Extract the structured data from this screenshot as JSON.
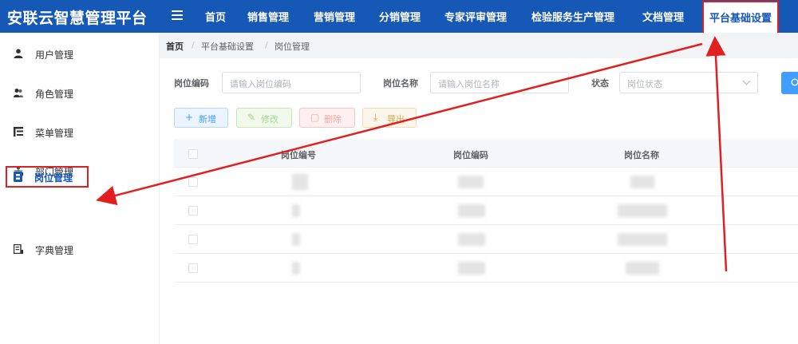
{
  "brand": "安联云智慧管理平台",
  "topnav": {
    "items": [
      "首页",
      "销售管理",
      "营销管理",
      "分销管理",
      "专家评审管理",
      "检验服务生产管理",
      "文档管理"
    ],
    "active": "平台基础设置"
  },
  "sidebar": {
    "items": [
      {
        "label": "用户管理",
        "icon": "user-icon"
      },
      {
        "label": "角色管理",
        "icon": "users-icon"
      },
      {
        "label": "菜单管理",
        "icon": "tree-table-icon"
      },
      {
        "label": "部门管理",
        "icon": "org-tree-icon"
      },
      {
        "label": "岗位管理",
        "icon": "post-icon"
      },
      {
        "label": "字典管理",
        "icon": "dict-icon"
      }
    ]
  },
  "breadcrumb": [
    "首页",
    "平台基础设置",
    "岗位管理"
  ],
  "filters": {
    "code_label": "岗位编码",
    "code_placeholder": "请输入岗位编码",
    "name_label": "岗位名称",
    "name_placeholder": "请输入岗位名称",
    "status_label": "状态",
    "status_placeholder": "岗位状态"
  },
  "toolbar": {
    "add": "新增",
    "edit": "修改",
    "delete": "删除",
    "export": "导出"
  },
  "table": {
    "columns": [
      "岗位编号",
      "岗位编码",
      "岗位名称"
    ]
  },
  "colors": {
    "header_bg": "#1658b6",
    "annotation_red": "#e02020",
    "primary": "#409eff"
  }
}
